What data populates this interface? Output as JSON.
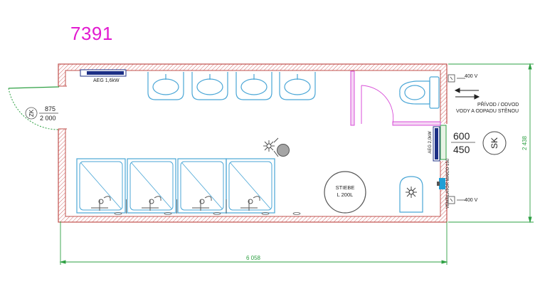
{
  "plan": {
    "title": "7391",
    "door": {
      "type": "ZK",
      "width": "875",
      "height": "2 000"
    },
    "window": {
      "width": "600",
      "height": "450",
      "type": "SK"
    },
    "heater_top": "AEG 1,6kW",
    "heater_side": "AEG 2,0kW",
    "ventilator": "VENTILATOR MAICO 150",
    "power_top": "400 V",
    "power_bottom": "400 V",
    "water_note_line1": "PŘÍVOD / ODVOD",
    "water_note_line2": "VODY A ODPADU STĚNOU",
    "boiler_line1": "STIEBE",
    "boiler_line2": "L 200L",
    "dim_width": "6 058",
    "dim_height": "2 438"
  },
  "colors": {
    "title": "#e21ad0",
    "wall": "#c0504d",
    "fixture": "#4aa6d6",
    "dimension": "#2ea043",
    "partition": "#d84fd8",
    "heater": "#1c2f86",
    "vent": "#1f9fd6"
  }
}
